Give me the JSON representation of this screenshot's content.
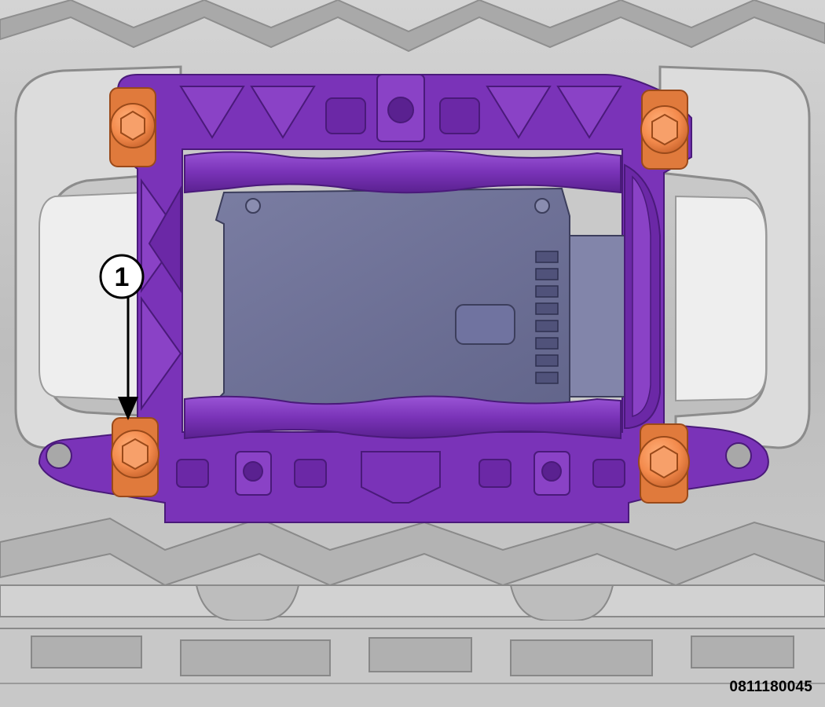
{
  "figure": {
    "id": "0811180045"
  },
  "callouts": [
    {
      "number": "1",
      "target": "lower-left-nut"
    }
  ],
  "colors": {
    "bracket": "#7a33b8",
    "bracket_dark": "#5a2190",
    "bracket_light": "#9a55d6",
    "module": "#6c6f95",
    "module_light": "#8285aa",
    "nuts": "#f38a4c",
    "frame": "#c4c4c4",
    "background": "#ffffff"
  }
}
